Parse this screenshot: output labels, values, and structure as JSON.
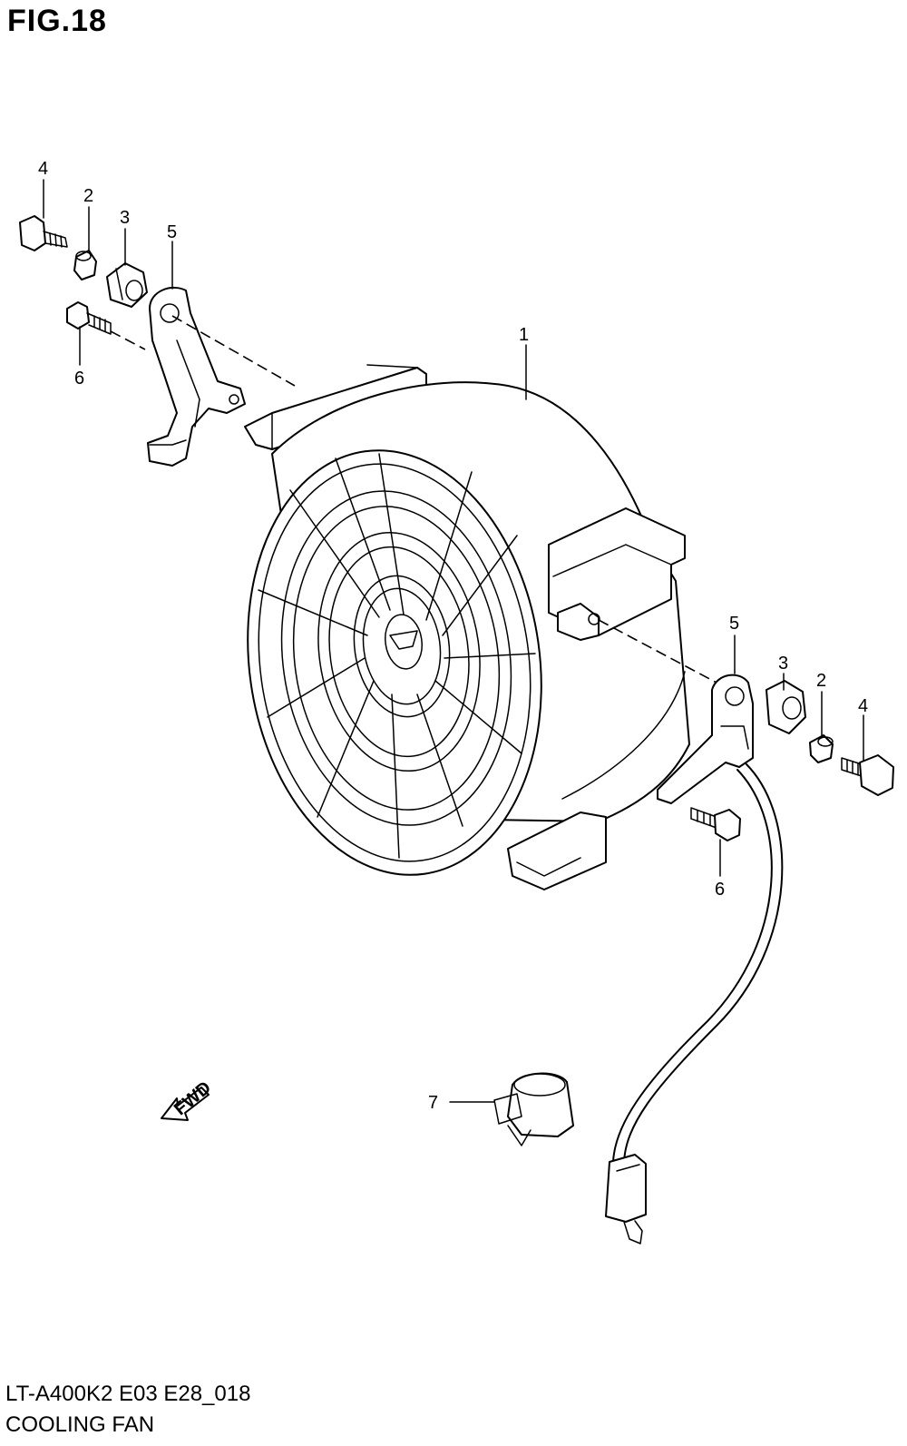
{
  "figure": {
    "title": "FIG.18",
    "model_code": "LT-A400K2 E03 E28_018",
    "name": "COOLING FAN"
  },
  "direction_marker": "FWD",
  "callouts": [
    {
      "id": "callout-1",
      "label": "1"
    },
    {
      "id": "callout-2-left",
      "label": "2"
    },
    {
      "id": "callout-3-left",
      "label": "3"
    },
    {
      "id": "callout-4-left",
      "label": "4"
    },
    {
      "id": "callout-5-left",
      "label": "5"
    },
    {
      "id": "callout-6-left",
      "label": "6"
    },
    {
      "id": "callout-2-right",
      "label": "2"
    },
    {
      "id": "callout-3-right",
      "label": "3"
    },
    {
      "id": "callout-4-right",
      "label": "4"
    },
    {
      "id": "callout-5-right",
      "label": "5"
    },
    {
      "id": "callout-6-right",
      "label": "6"
    },
    {
      "id": "callout-7",
      "label": "7"
    }
  ]
}
